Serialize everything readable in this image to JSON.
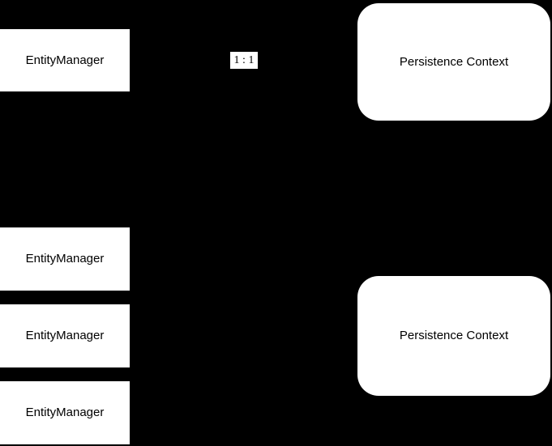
{
  "colors": {
    "background": "#000000",
    "node_fill": "#ffffff",
    "node_text": "#000000",
    "label_background": "#ffffff"
  },
  "top_section": {
    "entity_manager": {
      "label": "EntityManager",
      "shape": "rectangle"
    },
    "relation": {
      "label": "1 : 1"
    },
    "persistence_context": {
      "label": "Persistence Context",
      "shape": "rounded-rectangle"
    }
  },
  "bottom_section": {
    "entity_managers": [
      {
        "label": "EntityManager",
        "shape": "rectangle"
      },
      {
        "label": "EntityManager",
        "shape": "rectangle"
      },
      {
        "label": "EntityManager",
        "shape": "rectangle"
      }
    ],
    "persistence_context": {
      "label": "Persistence Context",
      "shape": "rounded-rectangle"
    }
  }
}
